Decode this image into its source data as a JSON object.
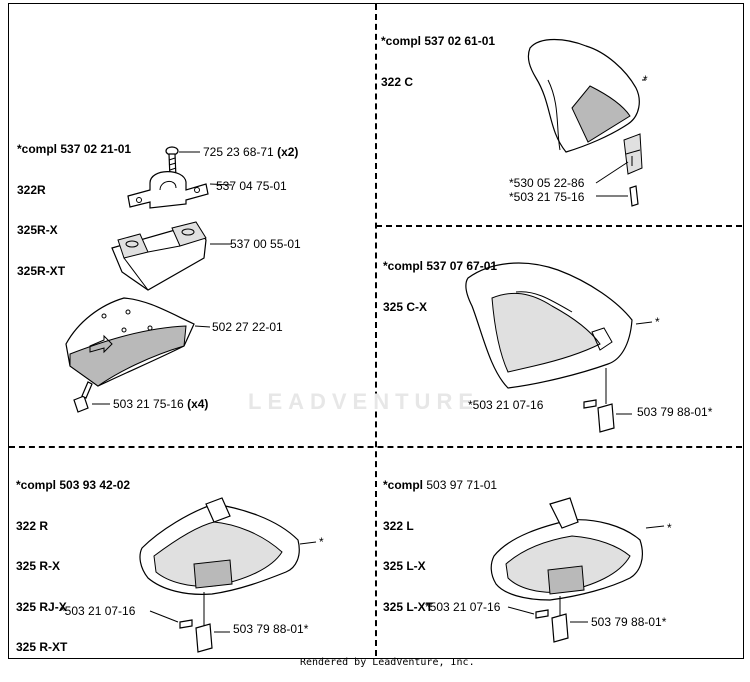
{
  "watermark": "LEADVENTURE",
  "footer": "Rendered by LeadVenture, Inc.",
  "panels": {
    "left": {
      "header": [
        "*compl 537 02 21-01",
        "322R",
        "325R-X",
        "325R-XT"
      ],
      "parts": [
        {
          "num": "725 23 68-71",
          "qty": "(x2)"
        },
        {
          "num": "537 04 75-01",
          "qty": ""
        },
        {
          "num": "537 00 55-01",
          "qty": ""
        },
        {
          "num": "502 27 22-01",
          "qty": ""
        },
        {
          "num": "503 21 75-16",
          "qty": "(x4)"
        }
      ]
    },
    "top_right": {
      "header": [
        "*compl 537 02 61-01",
        "322 C"
      ],
      "parts": [
        {
          "num": "*",
          "qty": ""
        },
        {
          "num": "*530 05 22-86",
          "qty": ""
        },
        {
          "num": "*503 21 75-16",
          "qty": ""
        }
      ]
    },
    "mid_right": {
      "header": [
        "*compl 537 07 67-01",
        "325 C-X"
      ],
      "parts": [
        {
          "num": "*",
          "qty": ""
        },
        {
          "num": "*503 21 07-16",
          "qty": ""
        },
        {
          "num": "503 79 88-01*",
          "qty": ""
        }
      ]
    },
    "bottom_left": {
      "header": [
        "*compl 503 93 42-02",
        "322 R",
        "325 R-X",
        "325 RJ-X",
        "325 R-XT"
      ],
      "parts": [
        {
          "num": "*",
          "qty": ""
        },
        {
          "num": "*503 21 07-16",
          "qty": ""
        },
        {
          "num": "503 79 88-01*",
          "qty": ""
        }
      ]
    },
    "bottom_right": {
      "header_prefix": "*compl",
      "header_code": "503 97 71-01",
      "header_models": [
        "322 L",
        "325 L-X",
        "325 L-XT"
      ],
      "parts": [
        {
          "num": "*",
          "qty": ""
        },
        {
          "num": "*503 21 07-16",
          "qty": ""
        },
        {
          "num": "503 79 88-01*",
          "qty": ""
        }
      ]
    }
  }
}
